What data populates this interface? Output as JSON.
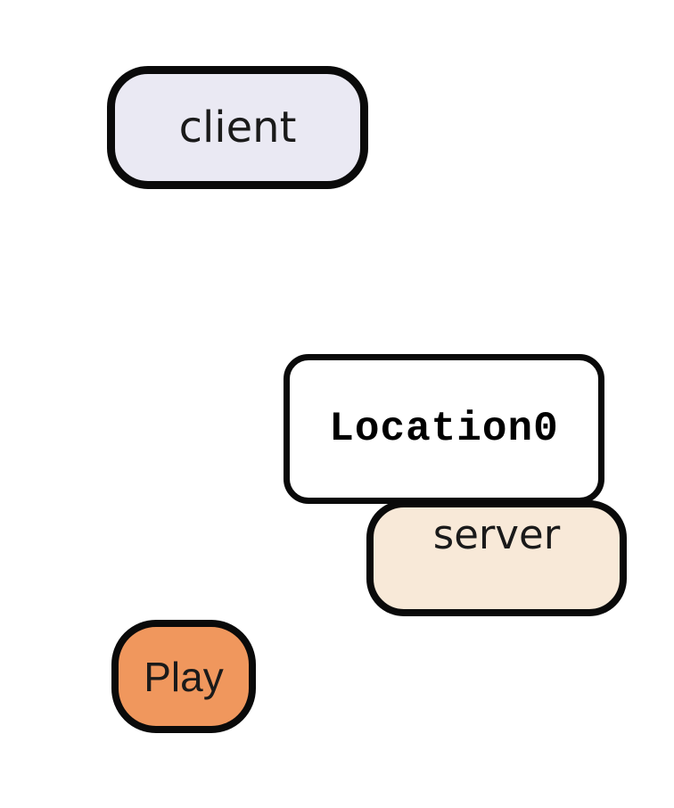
{
  "diagram": {
    "canvas": {
      "background": "#ffffff",
      "node_border_color": "#0a0a0a"
    },
    "nodes": {
      "client": {
        "label": "client",
        "fill": "#eae9f3",
        "text_color": "#1a1a1a"
      },
      "location0": {
        "label": "Location0",
        "fill": "#ffffff",
        "text_color": "#000000"
      },
      "server": {
        "label": "server",
        "fill": "#f8e9d8",
        "text_color": "#1a1a1a"
      },
      "play": {
        "label": "Play",
        "fill": "#f0975d",
        "text_color": "#1a1a1a"
      }
    }
  }
}
